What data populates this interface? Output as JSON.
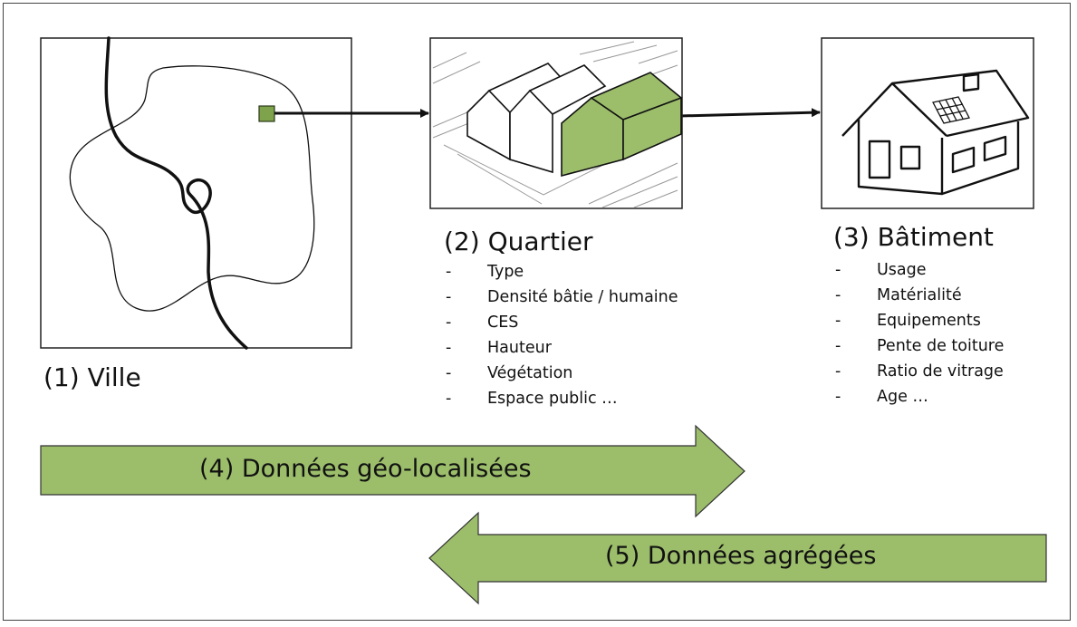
{
  "panels": {
    "ville": {
      "title": "(1) Ville"
    },
    "quartier": {
      "title": "(2) Quartier",
      "attributes": [
        "Type",
        "Densité bâtie / humaine",
        "CES",
        "Hauteur",
        "Végétation",
        "Espace public …"
      ]
    },
    "batiment": {
      "title": "(3) Bâtiment",
      "attributes": [
        "Usage",
        "Matérialité",
        "Equipements",
        "Pente de toiture",
        "Ratio de vitrage",
        "Age …"
      ]
    }
  },
  "arrows": {
    "geo": {
      "label": "(4) Données géo-localisées"
    },
    "agg": {
      "label": "(5) Données agrégées"
    }
  },
  "list_bullet": "-",
  "colors": {
    "accent_green": "#9cbe6b",
    "highlight_green": "#8fb463",
    "stroke": "#111111"
  }
}
